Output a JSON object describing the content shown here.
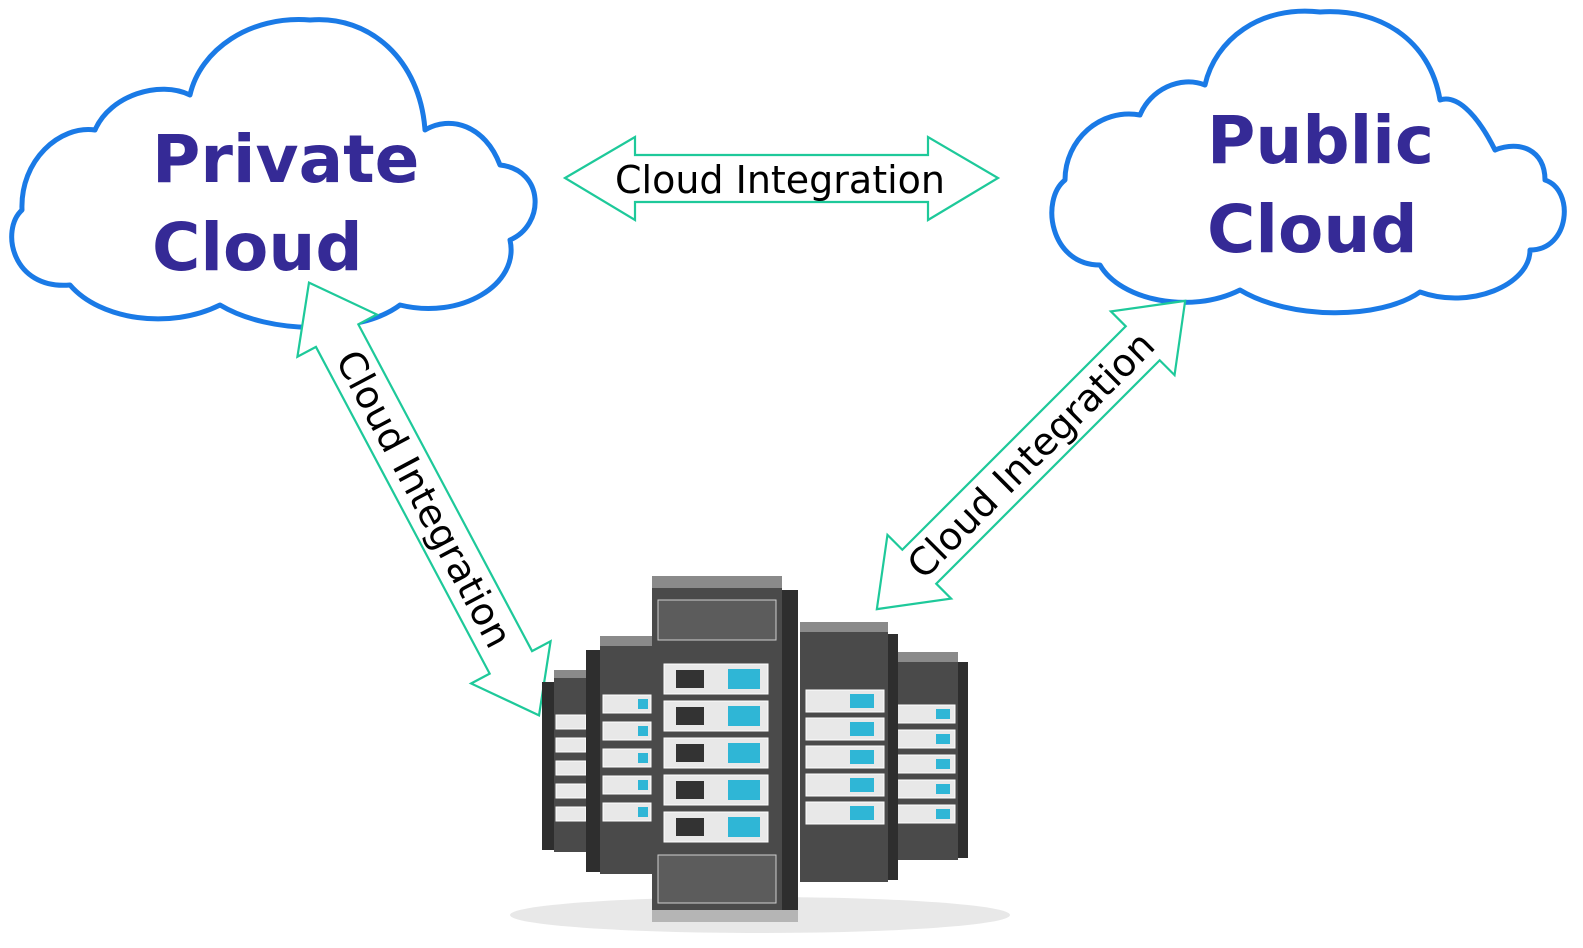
{
  "clouds": {
    "private": {
      "line1": "Private",
      "line2": "Cloud"
    },
    "public": {
      "line1": "Public",
      "line2": "Cloud"
    }
  },
  "arrows": {
    "top": {
      "label": "Cloud Integration"
    },
    "left": {
      "label": "Cloud Integration"
    },
    "right": {
      "label": "Cloud Integration"
    }
  },
  "colors": {
    "cloud_outline": "#1a7ae6",
    "cloud_text": "#352a96",
    "arrow_outline": "#1ec99a"
  },
  "icons": {
    "server": "server-rack-icon"
  }
}
